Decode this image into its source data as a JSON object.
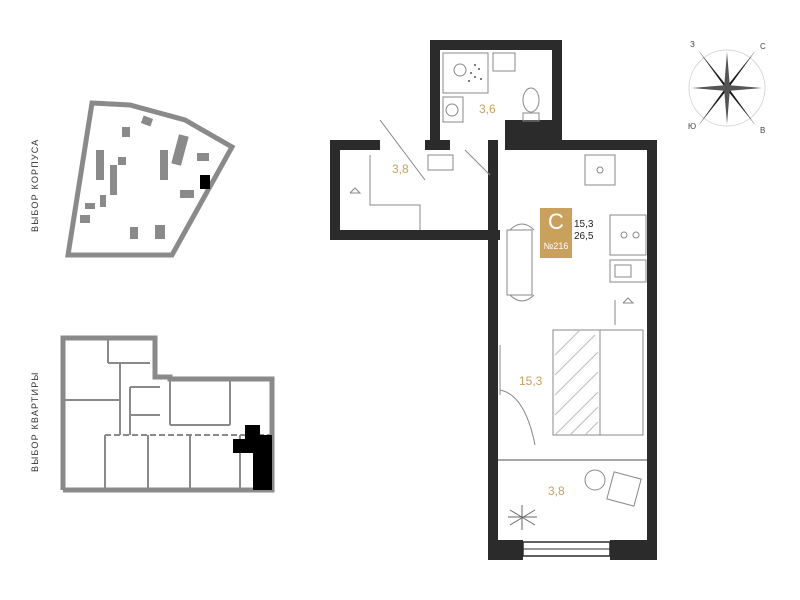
{
  "labels": {
    "building_select": "ВЫБОР КОРПУСА",
    "apartment_select": "ВЫБОР КВАРТИРЫ"
  },
  "apartment": {
    "type_letter": "С",
    "number": "№216",
    "living_area": "15,3",
    "total_area": "26,5"
  },
  "rooms": {
    "bathroom": "3,6",
    "hallway": "3,8",
    "main_room": "15,3",
    "balcony": "3,8"
  },
  "compass": {
    "north": "С",
    "east": "В",
    "south": "Ю",
    "west": "З"
  },
  "colors": {
    "accent": "#c9a15d",
    "wall": "#2b2b2b",
    "selected": "#000000",
    "map_gray": "#8a8a8a"
  }
}
